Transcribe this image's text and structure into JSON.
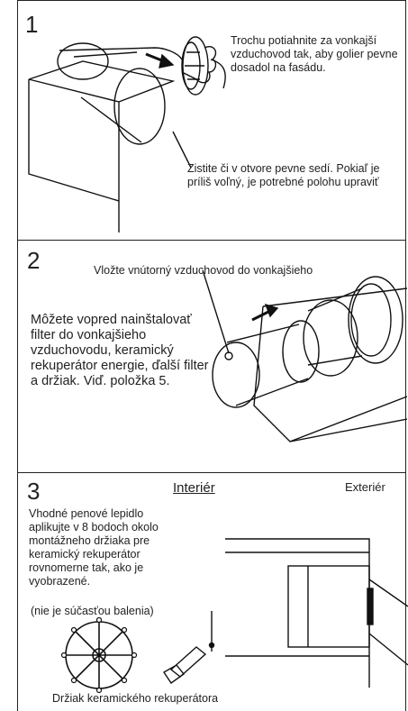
{
  "steps": [
    {
      "number": "1",
      "instruction": "Trochu potiahnite za vonkajší vzduchovod tak, aby golier pevne dosadol na fasádu.",
      "note": "Zistite či v otvore pevne sedí. Pokiaľ je príliš voľný, je potrebné polohu upraviť"
    },
    {
      "number": "2",
      "callout": "Vložte vnútorný vzduchovod do vonkajšieho",
      "instruction": "Môžete vopred nainštalovať filter do vonkajšieho vzduchovodu, keramický rekuperátor energie, ďalší filter a držiak. Viď. položka 5."
    },
    {
      "number": "3",
      "interior_label": "Interiér",
      "exterior_label": "Exteriér",
      "instruction": "Vhodné penové lepidlo aplikujte v 8 bodoch okolo montážneho  držiaka pre keramický rekuperátor rovnomerne tak, ako je vyobrazené.",
      "note": "(nie je súčasťou balenia)",
      "caption": "Držiak keramického rekuperátora"
    }
  ]
}
